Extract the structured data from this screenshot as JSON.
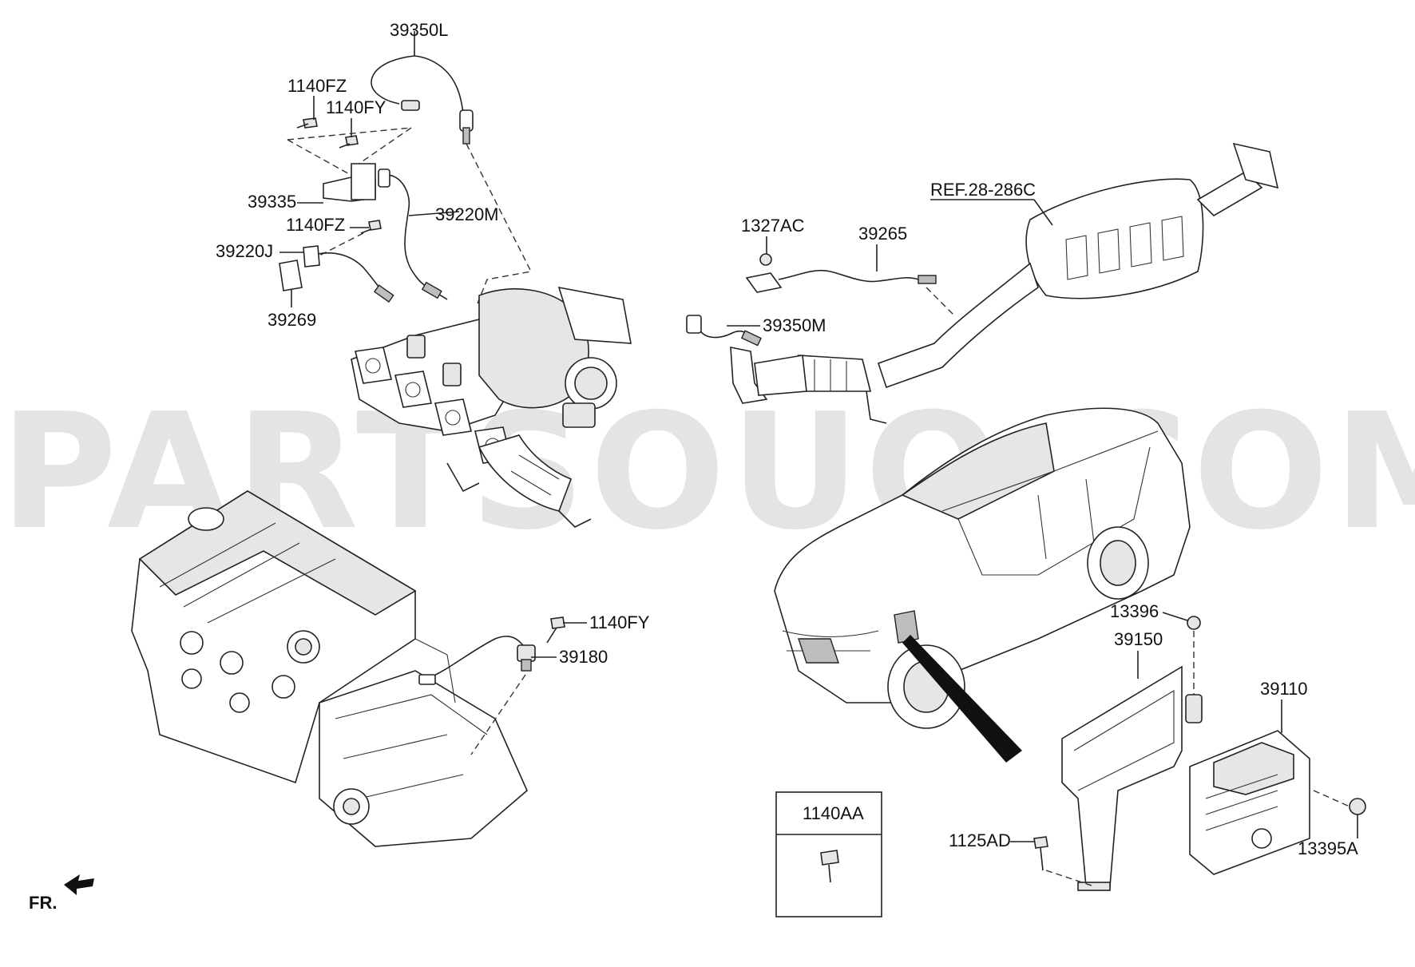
{
  "watermark": "PARTSOUQ.COM",
  "direction_label": "FR.",
  "legend_box": {
    "part_number": "1140AA"
  },
  "callouts": {
    "c_39350L": "39350L",
    "c_1140FZ_top": "1140FZ",
    "c_1140FY_top": "1140FY",
    "c_39335": "39335",
    "c_39220M": "39220M",
    "c_1140FZ_mid": "1140FZ",
    "c_39220J": "39220J",
    "c_39269": "39269",
    "c_REF": "REF.28-286C",
    "c_1327AC": "1327AC",
    "c_39265": "39265",
    "c_39350M": "39350M",
    "c_1140FY_low": "1140FY",
    "c_39180": "39180",
    "c_13396": "13396",
    "c_39150": "39150",
    "c_39110": "39110",
    "c_1125AD": "1125AD",
    "c_13395A": "13395A"
  }
}
